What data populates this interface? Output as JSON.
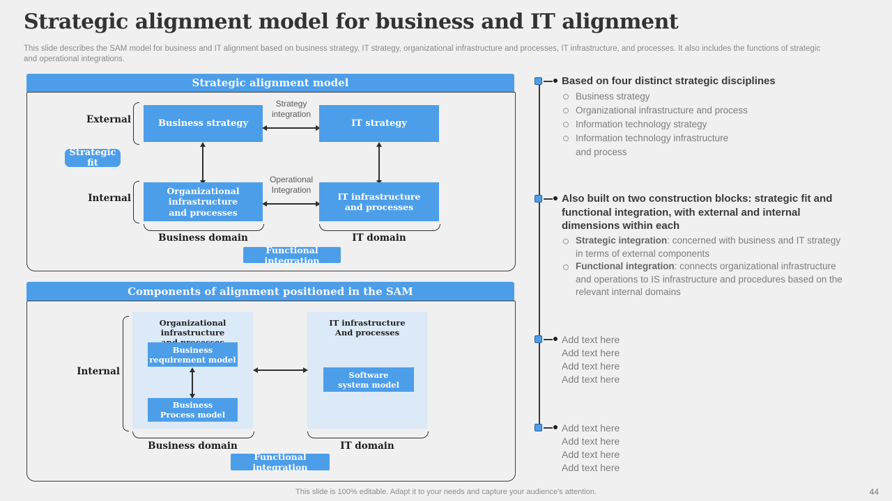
{
  "slide": {
    "title": "Strategic alignment model for business and IT alignment",
    "subtitle": "This slide describes the SAM model for business and IT alignment based on business strategy, IT strategy, organizational infrastructure and processes, IT infrastructure, and processes. It also includes the functions of strategic\nand operational integrations.",
    "footer": "This slide is 100% editable. Adapt it to your needs and capture your audience's attention.",
    "page_number": "44"
  },
  "colors": {
    "accent_blue": "#4d9ee9",
    "panel_light_blue": "#dce9f7",
    "background": "#f0f0f0",
    "border_dark": "#3d3d3d",
    "text_dark": "#333333",
    "text_gray": "#7d7d7d"
  },
  "diagram1": {
    "header": "Strategic alignment model",
    "external_label": "External",
    "internal_label": "Internal",
    "business_strategy": "Business strategy",
    "it_strategy": "IT strategy",
    "org_infrastructure": "Organizational\ninfrastructure\nand processes",
    "it_infrastructure": "IT infrastructure\nand processes",
    "strategy_integration": "Strategy\nintegration",
    "operational_integration": "Operational\nIntegration",
    "strategic_fit": "Strategic fit",
    "functional_integration": "Functional integration",
    "business_domain": "Business domain",
    "it_domain": "IT domain"
  },
  "diagram2": {
    "header": "Components of alignment positioned in the SAM",
    "internal_label": "Internal",
    "left_panel_title": "Organizational infrastructure\nand processes",
    "right_panel_title": "IT infrastructure\nAnd processes",
    "business_requirement": "Business\nrequirement model",
    "business_process": "Business\nProcess model",
    "software_system": "Software\nsystem model",
    "business_domain": "Business domain",
    "it_domain": "IT domain",
    "functional_integration": "Functional integration"
  },
  "right": {
    "sections": [
      {
        "heading": "Based on four distinct strategic disciplines",
        "items": [
          "Business strategy",
          "Organizational infrastructure and process",
          "Information technology strategy",
          "Information technology infrastructure\nand process"
        ]
      },
      {
        "heading": "Also built on two construction blocks: strategic fit and\nfunctional integration, with external and internal\ndimensions within each",
        "items": [
          {
            "bold": "Strategic integration",
            "rest": ": concerned with business and IT strategy\nin terms of external components"
          },
          {
            "bold": "Functional integration",
            "rest": ": connects organizational infrastructure\nand operations to IS infrastructure and procedures based on the\nrelevant internal domains"
          }
        ]
      },
      {
        "lines": [
          "Add text here",
          "Add text here",
          "Add text here",
          "Add text here"
        ]
      },
      {
        "lines": [
          "Add text here",
          "Add text here",
          "Add text here",
          "Add text here"
        ]
      }
    ]
  }
}
